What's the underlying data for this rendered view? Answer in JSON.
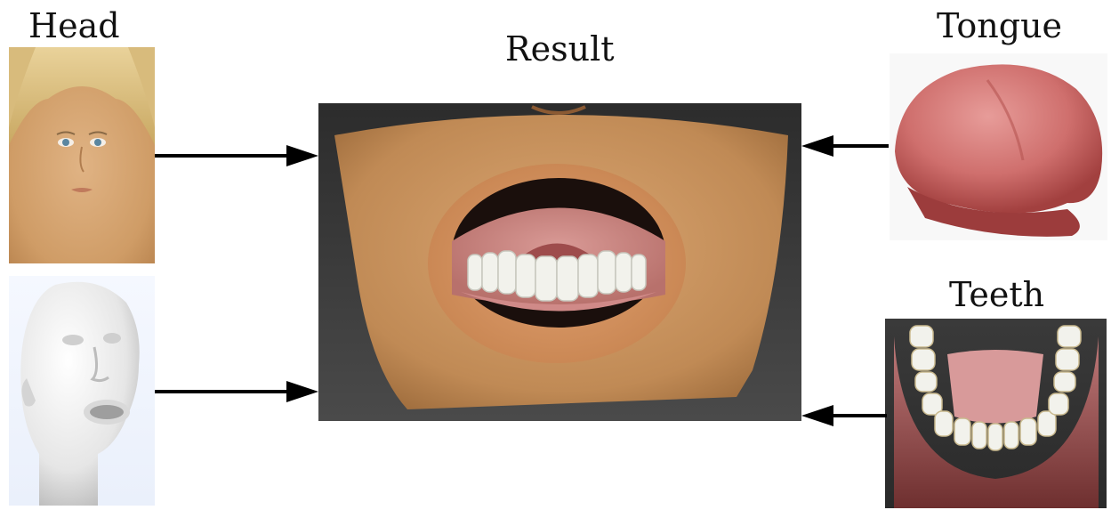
{
  "labels": {
    "head": "Head",
    "result": "Result",
    "tongue": "Tongue",
    "teeth": "Teeth"
  },
  "images": {
    "head_texture": "face-texture-image",
    "head_mesh": "head-mesh-image",
    "result": "mouth-render-image",
    "tongue": "tongue-model-image",
    "teeth": "teeth-model-image"
  },
  "colors": {
    "arrow": "#000000",
    "render_background": "#3a3a3a",
    "skin": "#c8955e",
    "gum": "#b86a6a",
    "tooth": "#f2f2ec"
  }
}
